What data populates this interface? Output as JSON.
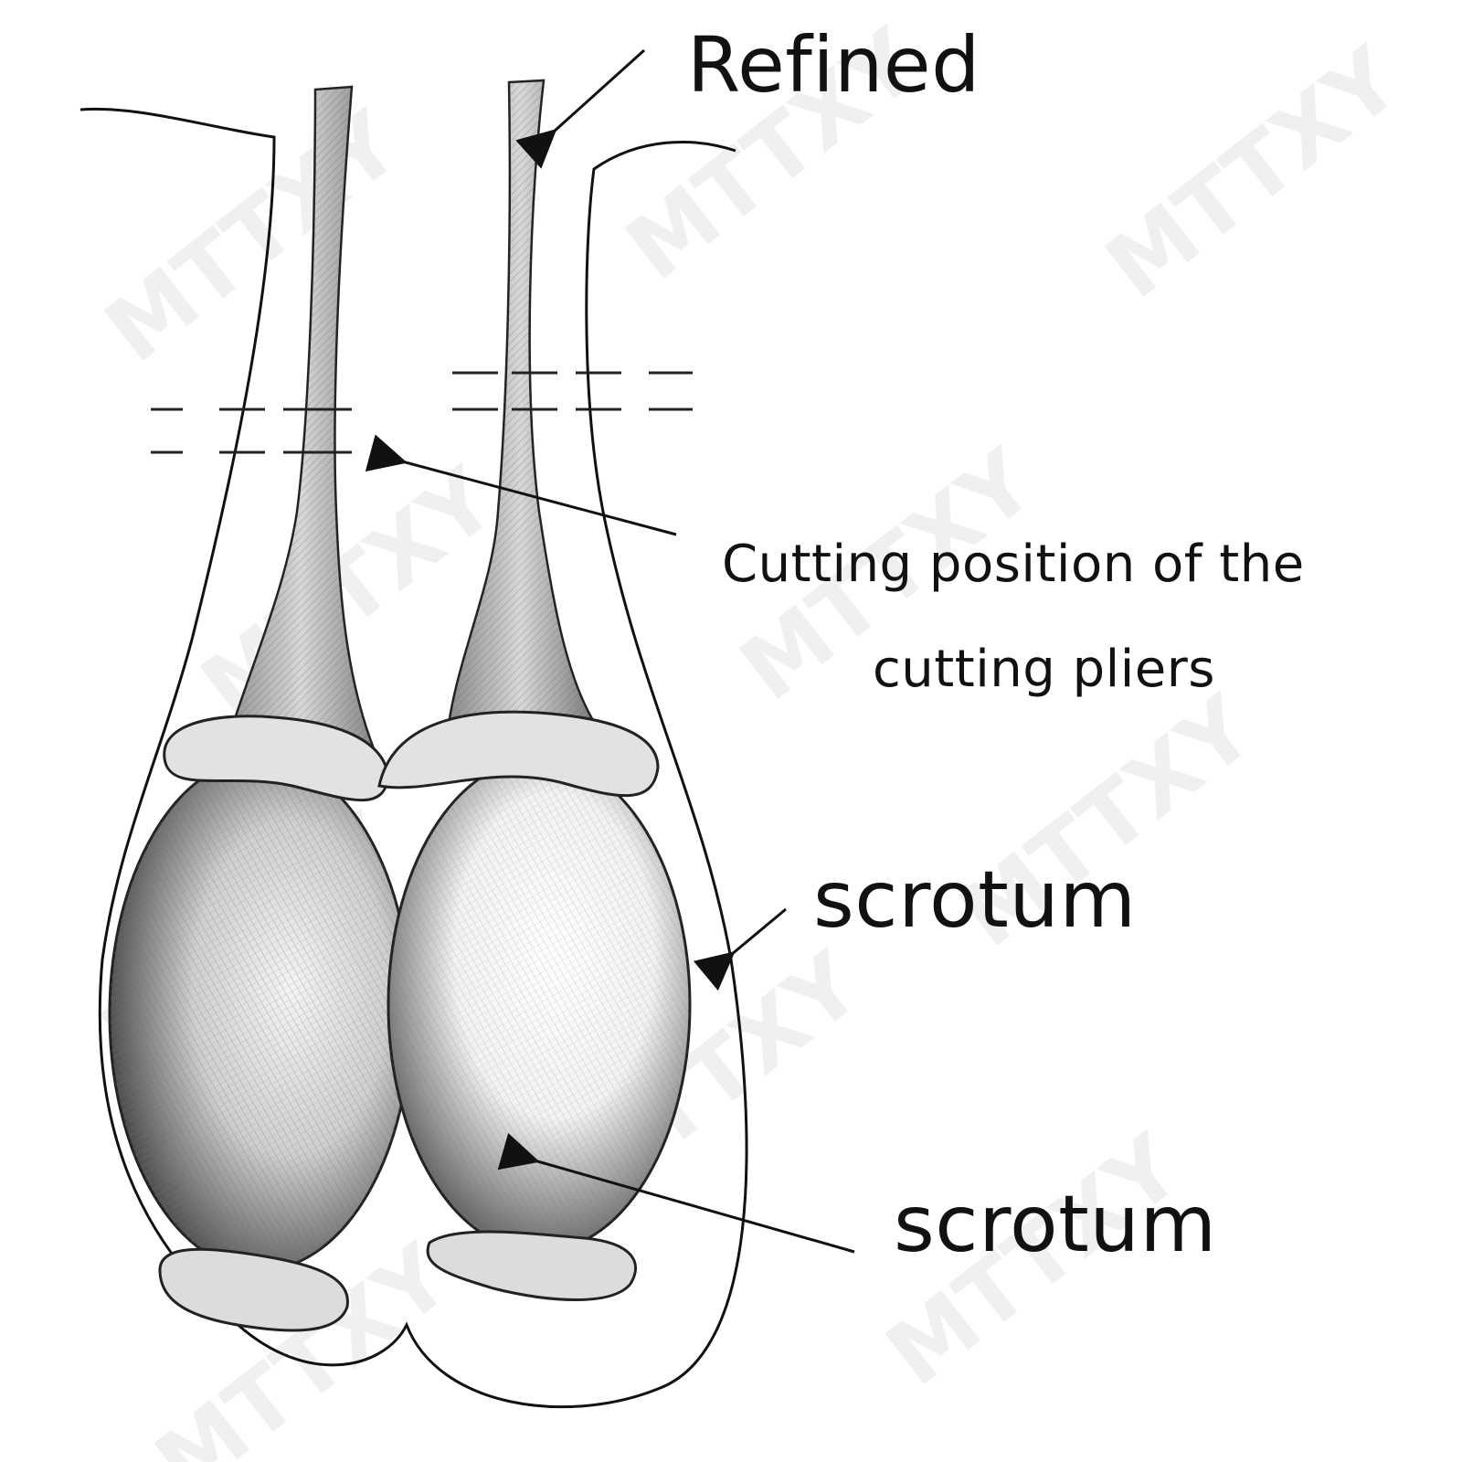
{
  "labels": {
    "refined": "Refined",
    "cutting_line1": "Cutting position of the",
    "cutting_line2": "cutting pliers",
    "scrotum_outer": "scrotum",
    "scrotum_inner": "scrotum"
  },
  "watermark": {
    "text": "MTTXY"
  },
  "colors": {
    "line": "#111111",
    "shade": "#555555",
    "background": "#ffffff"
  }
}
